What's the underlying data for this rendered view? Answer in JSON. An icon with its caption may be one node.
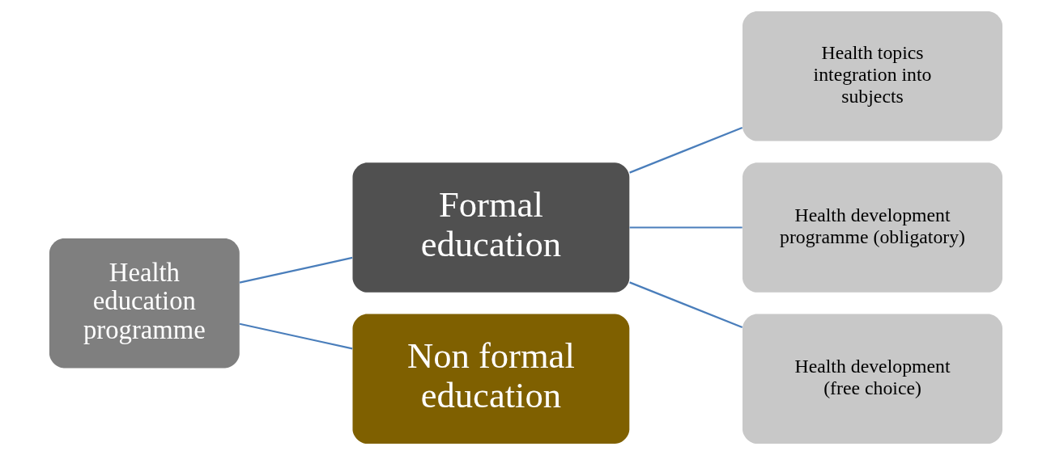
{
  "diagram": {
    "nodes": [
      {
        "text": [
          "Health education programme"
        ]
      },
      {
        "text": [
          "Formal education"
        ]
      },
      {
        "text": [
          "Non formal education"
        ]
      },
      {
        "text": [
          "Health topics integration into subjects"
        ]
      },
      {
        "text": [
          "Health development programme (obligatory)"
        ]
      },
      {
        "text": [
          "Health development (free choice)"
        ]
      }
    ],
    "edges": [
      {
        "from": 0,
        "to": 1,
        "arrow": "none"
      },
      {
        "from": 0,
        "to": 2,
        "arrow": "none"
      },
      {
        "from": 1,
        "to": 3,
        "arrow": "none"
      },
      {
        "from": 1,
        "to": 4,
        "arrow": "none"
      },
      {
        "from": 1,
        "to": 5,
        "arrow": "none"
      }
    ]
  }
}
